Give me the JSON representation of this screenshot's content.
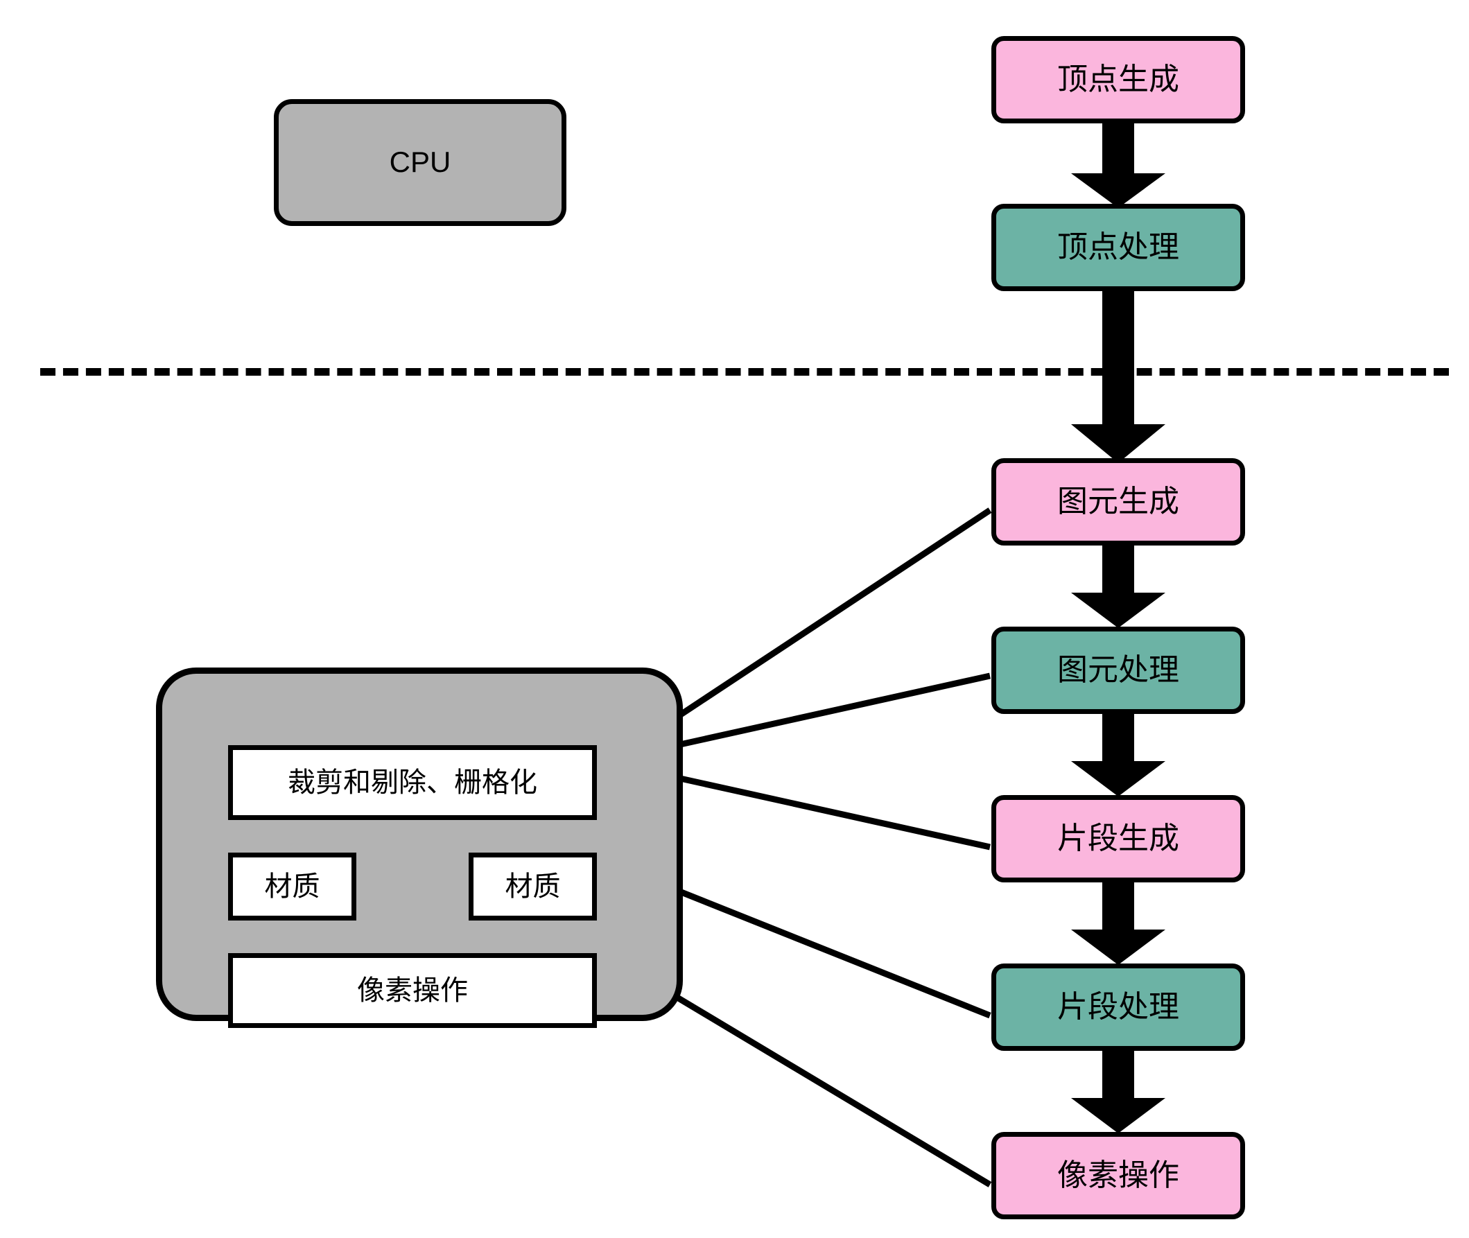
{
  "diagram": {
    "title_visible": false,
    "colors": {
      "pink": "#FBB6DD",
      "teal": "#6CB3A5",
      "gray": "#B3B3B3",
      "outline": "#000000",
      "background": "#FFFFFF"
    },
    "divider": {
      "style": "dashed",
      "label": ""
    },
    "cpu": {
      "label": "CPU"
    },
    "gpu_group": {
      "label": "",
      "units": [
        {
          "id": "raster",
          "label": "裁剪和剔除、栅格化"
        },
        {
          "id": "texture_left",
          "label": "材质"
        },
        {
          "id": "texture_right",
          "label": "材质"
        },
        {
          "id": "pixel_ops",
          "label": "像素操作"
        }
      ]
    },
    "pipeline": [
      {
        "id": "vertex_generation",
        "label": "顶点生成",
        "fill": "pink"
      },
      {
        "id": "vertex_processing",
        "label": "顶点处理",
        "fill": "teal"
      },
      {
        "id": "primitive_generation",
        "label": "图元生成",
        "fill": "pink"
      },
      {
        "id": "primitive_processing",
        "label": "图元处理",
        "fill": "teal"
      },
      {
        "id": "fragment_generation",
        "label": "片段生成",
        "fill": "pink"
      },
      {
        "id": "fragment_processing",
        "label": "片段处理",
        "fill": "teal"
      },
      {
        "id": "pixel_operations",
        "label": "像素操作",
        "fill": "pink"
      }
    ],
    "flow_arrows": [
      {
        "from": "vertex_generation",
        "to": "vertex_processing"
      },
      {
        "from": "vertex_processing",
        "to": "primitive_generation"
      },
      {
        "from": "primitive_generation",
        "to": "primitive_processing"
      },
      {
        "from": "primitive_processing",
        "to": "fragment_generation"
      },
      {
        "from": "fragment_generation",
        "to": "fragment_processing"
      },
      {
        "from": "fragment_processing",
        "to": "pixel_operations"
      }
    ],
    "mapping_arrows": [
      {
        "from": "primitive_generation",
        "to": "raster"
      },
      {
        "from": "primitive_processing",
        "to": "raster"
      },
      {
        "from": "fragment_generation",
        "to": "raster"
      },
      {
        "from": "fragment_processing",
        "to": "texture_right"
      },
      {
        "from": "pixel_operations",
        "to": "pixel_ops"
      }
    ]
  }
}
